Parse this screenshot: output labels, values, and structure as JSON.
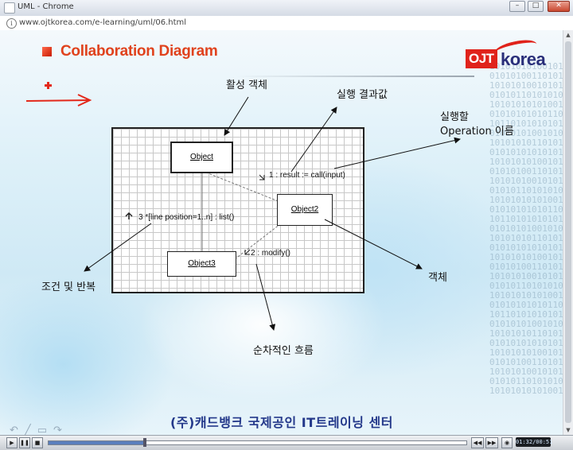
{
  "window": {
    "title": "UML - Chrome",
    "min_glyph": "–",
    "max_glyph": "□",
    "close_glyph": "✕"
  },
  "address_bar": {
    "url": "www.ojtkorea.com/e-learning/uml/06.html",
    "info_glyph": "i"
  },
  "slide": {
    "title": "Collaboration Diagram",
    "logo": {
      "ojt": "OJT",
      "korea": "korea"
    },
    "objects": {
      "object": "Object",
      "object2": "Object2",
      "object3": "Object3"
    },
    "messages": {
      "m1": "1 : result := call(input)",
      "m2": "2 : modify()",
      "m3": "3 *[line position=1..n] : list()"
    },
    "annotations": {
      "active_object": "활성 객체",
      "result_value": "실행 결과값",
      "operation_name_line1": "실행할",
      "operation_name_line2": "Operation 이름",
      "object": "객체",
      "sequence_flow": "순차적인 흐름",
      "condition_repeat": "조건 및 반복"
    },
    "footer": "(주)캐드뱅크 국제공인 IT트레이닝 센터",
    "nav_glyphs": "↶╱▭↷"
  },
  "player": {
    "time": "01:32/00:51",
    "progress": 0.23,
    "play_glyph": "▶",
    "pause_glyph": "❚❚",
    "stop_glyph": "■",
    "rewind_glyph": "◀◀",
    "forward_glyph": "▶▶",
    "volume_glyph": "◉"
  },
  "colors": {
    "title_red": "#e0421d",
    "footer_blue": "#23388a",
    "logo_red": "#e0231b",
    "logo_navy": "#2a2f7a"
  }
}
